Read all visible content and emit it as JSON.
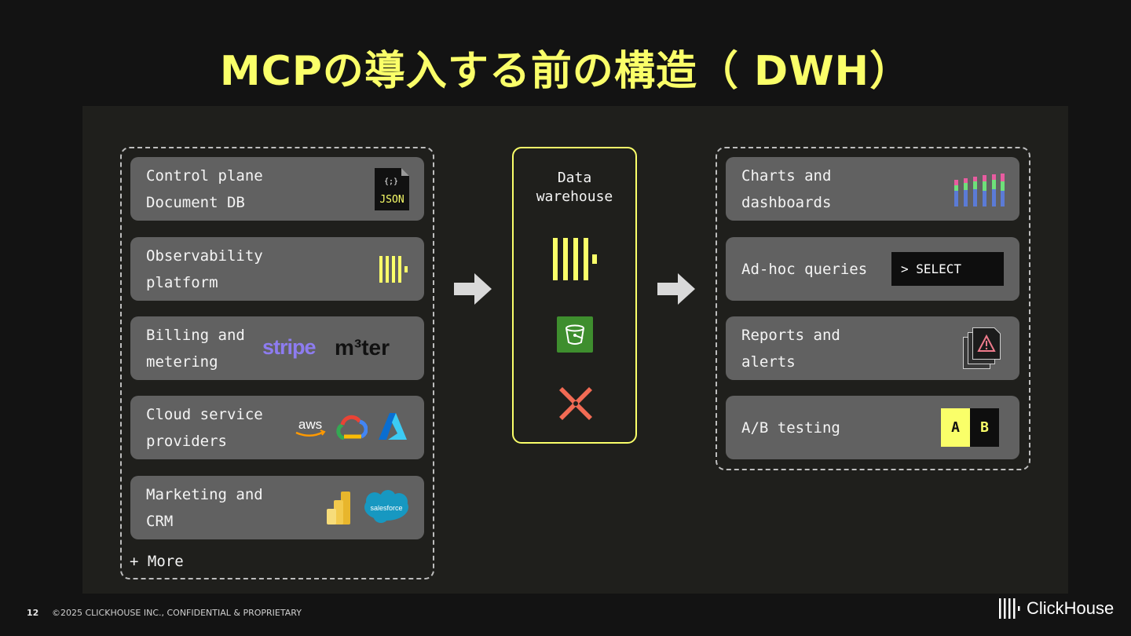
{
  "title": "MCPの導入する前の構造（ DWH）",
  "sources": [
    {
      "label": "Control plane\nDocument DB",
      "icon": "json-file-icon",
      "icon_text_top": "{;}",
      "icon_text": "JSON"
    },
    {
      "label": "Observability\nplatform",
      "icon": "clickhouse-icon"
    },
    {
      "label": "Billing and\nmetering",
      "logos": [
        "stripe",
        "m3ter"
      ],
      "logo_text": {
        "stripe": "stripe",
        "m3ter": "m³ter"
      }
    },
    {
      "label": "Cloud service\nproviders",
      "logos": [
        "aws-logo-icon",
        "google-cloud-icon",
        "azure-icon"
      ],
      "logo_text": {
        "aws": "aws"
      }
    },
    {
      "label": "Marketing and CRM",
      "logos": [
        "power-bi-icon",
        "salesforce-icon"
      ],
      "logo_text": {
        "salesforce": "salesforce"
      }
    }
  ],
  "more_label": "+ More",
  "warehouse": {
    "label": "Data\nwarehouse",
    "icons": [
      "clickhouse-icon",
      "s3-bucket-icon",
      "dagster-icon"
    ],
    "border_color": "#faff69"
  },
  "outputs": [
    {
      "label": "Charts and\ndashboards",
      "icon": "bar-chart-icon"
    },
    {
      "label": "Ad-hoc queries",
      "box_text": "> SELECT"
    },
    {
      "label": "Reports and alerts",
      "icon": "alert-report-icon"
    },
    {
      "label": "A/B testing",
      "ab": [
        "A",
        "B"
      ]
    }
  ],
  "footer": {
    "page": "12",
    "copyright": "©2025 CLICKHOUSE INC., CONFIDENTIAL & PROPRIETARY",
    "brand": "ClickHouse"
  },
  "colors": {
    "accent": "#faff69",
    "card": "#616161",
    "panel": "#1f1f1c",
    "background": "#131313"
  }
}
